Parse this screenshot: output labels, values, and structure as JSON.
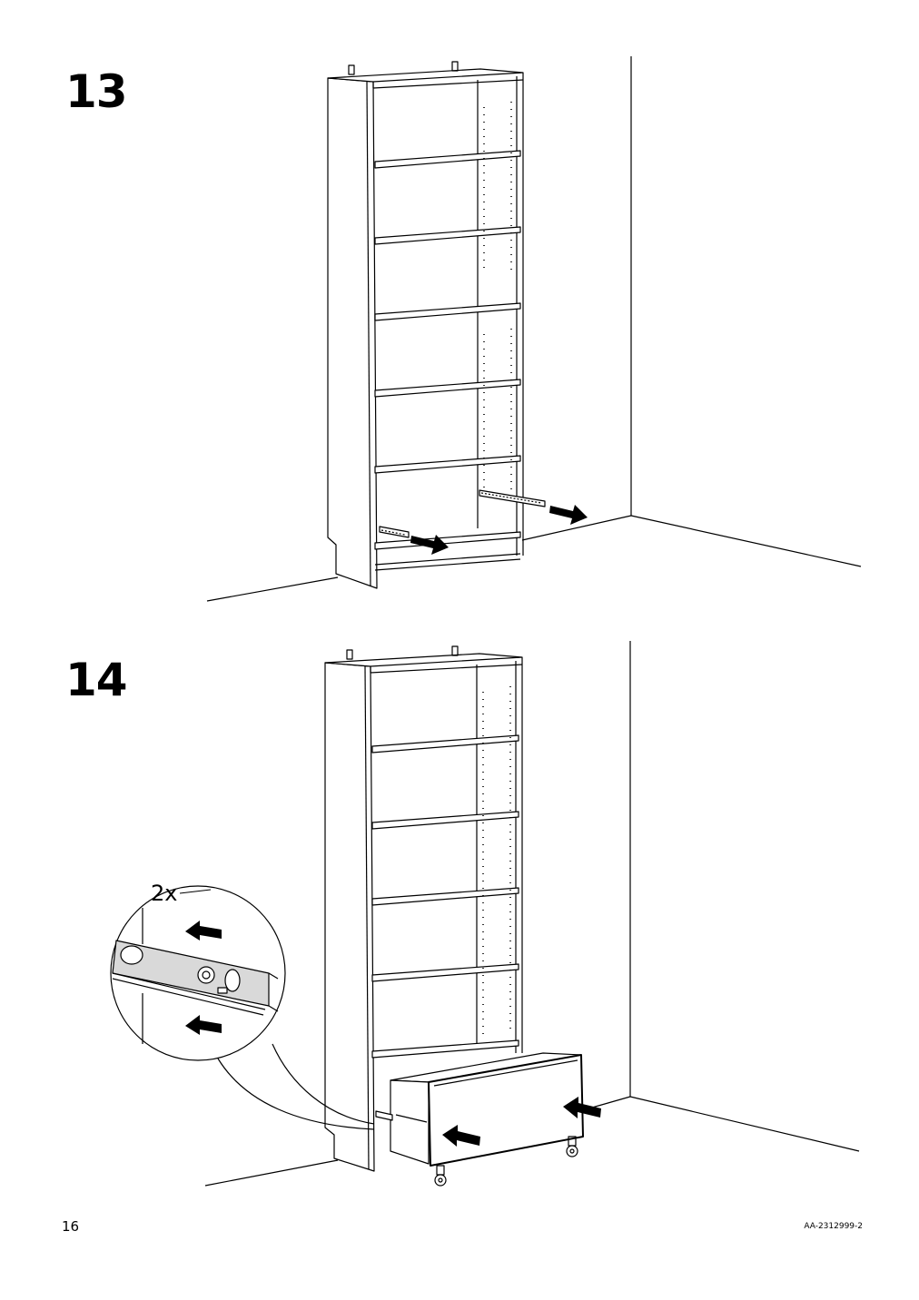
{
  "steps": [
    {
      "number": "13"
    },
    {
      "number": "14",
      "detail_quantity": "2x"
    }
  ],
  "footer": {
    "page_number": "16",
    "document_code": "AA-2312999-2"
  }
}
